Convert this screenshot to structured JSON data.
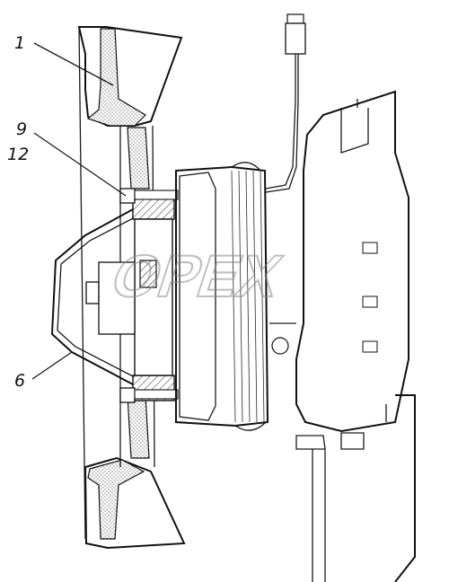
{
  "callouts": [
    {
      "id": "1",
      "label": "1"
    },
    {
      "id": "9",
      "label": "9"
    },
    {
      "id": "12",
      "label": "12"
    },
    {
      "id": "6",
      "label": "6"
    }
  ],
  "watermark": {
    "text": "OPEX"
  }
}
